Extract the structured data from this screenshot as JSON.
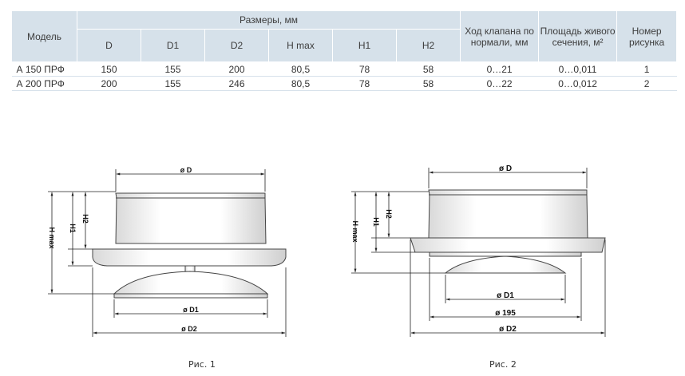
{
  "table": {
    "header_model": "Модель",
    "header_sizes": "Размеры, мм",
    "header_stroke": "Ход клапана по нормали, мм",
    "header_area": "Площадь живого сечения, м²",
    "header_figure": "Номер рисунка",
    "dim_headers": [
      "D",
      "D1",
      "D2",
      "H max",
      "H1",
      "H2"
    ],
    "rows": [
      [
        "А 150 ПРФ",
        "150",
        "155",
        "200",
        "80,5",
        "78",
        "58",
        "0…21",
        "0…0,011",
        "1"
      ],
      [
        "А 200 ПРФ",
        "200",
        "155",
        "246",
        "80,5",
        "78",
        "58",
        "0…22",
        "0…0,012",
        "2"
      ]
    ]
  },
  "figures": {
    "fig1": {
      "caption": "Рис. 1",
      "labels": {
        "d": "ø D",
        "d1": "ø D1",
        "d2": "ø D2",
        "hmax": "H max",
        "h1": "H1",
        "h2": "H2"
      }
    },
    "fig2": {
      "caption": "Рис. 2",
      "labels": {
        "d": "ø D",
        "d1": "ø D1",
        "d195": "ø 195",
        "d2": "ø D2",
        "hmax": "H max",
        "h1": "H1",
        "h2": "H2"
      }
    }
  }
}
